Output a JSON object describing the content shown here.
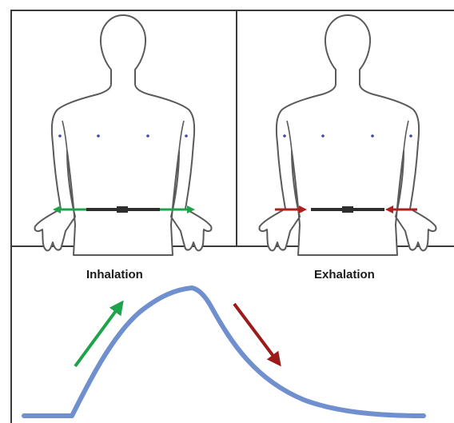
{
  "labels": {
    "inhalation": "Inhalation",
    "exhalation": "Exhalation"
  },
  "colors": {
    "frame": "#3a3a3a",
    "outline": "#5a5a5a",
    "body_fill": "#ffffff",
    "belt": "#2e2e2e",
    "expand_arrow": "#1fa34a",
    "contract_arrow": "#b01e1e",
    "curve": "#6f8fcf",
    "rise_arrow": "#1fa34a",
    "fall_arrow": "#9c1a1a"
  },
  "icons": {
    "torso_left": "human-torso-with-belt",
    "torso_right": "human-torso-with-belt",
    "expand": "outward-arrows-icon",
    "contract": "inward-arrows-icon"
  }
}
